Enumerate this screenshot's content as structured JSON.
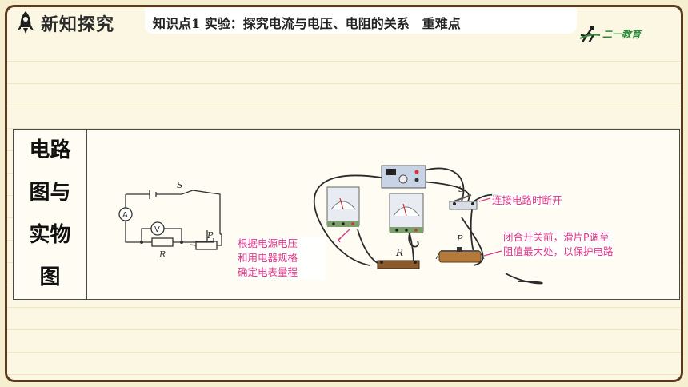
{
  "header": {
    "section_title": "新知探究",
    "topic": "知识点1  实验：探究电流与电压、电阻的关系",
    "difficulty": "重难点",
    "logo_text": "二一教育"
  },
  "table": {
    "label_lines": [
      "电路",
      "图与",
      "实物",
      "图"
    ]
  },
  "circuit_labels": {
    "switch": "S",
    "ammeter": "A",
    "voltmeter": "V",
    "resistor": "R",
    "rheostat": "P"
  },
  "photo_labels": {
    "switch": "S",
    "resistor": "R",
    "rheostat": "P"
  },
  "annotations": {
    "switch_note": "连接电路时断开",
    "meter_note": [
      "根据电源电压",
      "和用电器规格",
      "确定电表量程"
    ],
    "rheostat_note": [
      "闭合开关前，滑片P调至",
      "阻值最大处，以保护电路"
    ]
  },
  "colors": {
    "frame": "#5b3a1e",
    "background": "#fbf7e2",
    "annotation": "#e0388a",
    "logo": "#2a8a3a"
  }
}
